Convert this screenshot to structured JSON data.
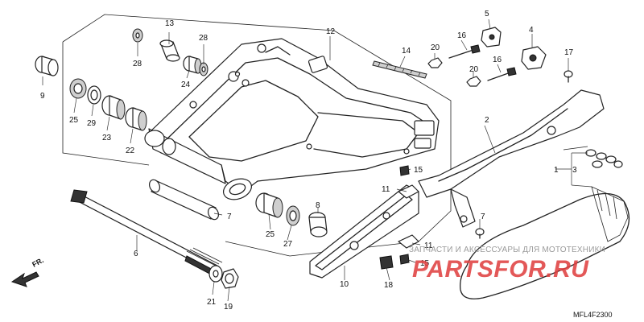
{
  "diagram_code": "MFL4F2300",
  "front_marker": "FR.",
  "watermark": {
    "line": "ЗАПЧАСТИ И АКСЕССУАРЫ ДЛЯ МОТОТЕХНИКИ",
    "logo": "PARTSFOR.RU"
  },
  "callouts": {
    "c1": "1",
    "c2": "2",
    "c3": "3",
    "c4": "4",
    "c5": "5",
    "c6": "6",
    "c7a": "7",
    "c7b": "7",
    "c8": "8",
    "c9": "9",
    "c10": "10",
    "c11a": "11",
    "c11b": "11",
    "c12": "12",
    "c13": "13",
    "c14": "14",
    "c15a": "15",
    "c15b": "15",
    "c16a": "16",
    "c16b": "16",
    "c17": "17",
    "c18": "18",
    "c19": "19",
    "c20a": "20",
    "c20b": "20",
    "c21": "21",
    "c22": "22",
    "c23": "23",
    "c24": "24",
    "c25a": "25",
    "c25b": "25",
    "c27": "27",
    "c28a": "28",
    "c28b": "28",
    "c29": "29"
  }
}
